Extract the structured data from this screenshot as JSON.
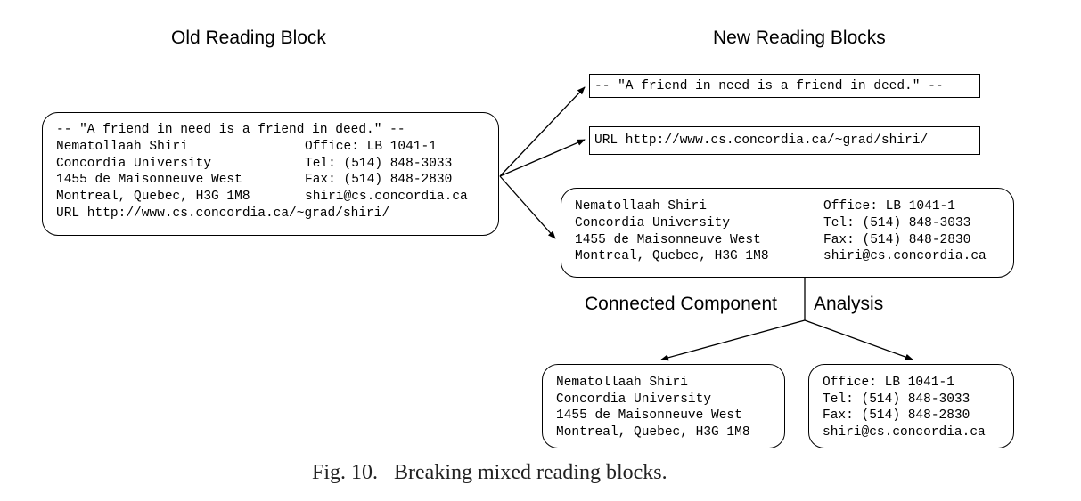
{
  "headings": {
    "old": "Old Reading Block",
    "new": "New Reading Blocks",
    "cca_left": "Connected Component",
    "cca_right": "Analysis"
  },
  "old_block": {
    "quote": "-- \"A friend in need is a friend in deed.\" --",
    "left": [
      "Nematollaah Shiri",
      "Concordia University",
      "1455 de Maisonneuve West",
      "Montreal, Quebec, H3G 1M8"
    ],
    "right": [
      "Office: LB 1041-1",
      "Tel: (514) 848-3033",
      "Fax: (514) 848-2830",
      "shiri@cs.concordia.ca"
    ],
    "url": "URL http://www.cs.concordia.ca/~grad/shiri/"
  },
  "new_blocks": {
    "quote": "-- \"A friend in need is a friend in deed.\" --",
    "url": "URL http://www.cs.concordia.ca/~grad/shiri/",
    "address_left": [
      "Nematollaah Shiri",
      "Concordia University",
      "1455 de Maisonneuve West",
      "Montreal, Quebec, H3G 1M8"
    ],
    "address_right": [
      "Office: LB 1041-1",
      "Tel: (514) 848-3033",
      "Fax: (514) 848-2830",
      "shiri@cs.concordia.ca"
    ]
  },
  "split_blocks": {
    "left": [
      "Nematollaah Shiri",
      "Concordia University",
      "1455 de Maisonneuve West",
      "Montreal, Quebec, H3G 1M8"
    ],
    "right": [
      "Office: LB 1041-1",
      "Tel: (514) 848-3033",
      "Fax: (514) 848-2830",
      "shiri@cs.concordia.ca"
    ]
  },
  "caption": "Fig. 10.   Breaking mixed reading blocks."
}
